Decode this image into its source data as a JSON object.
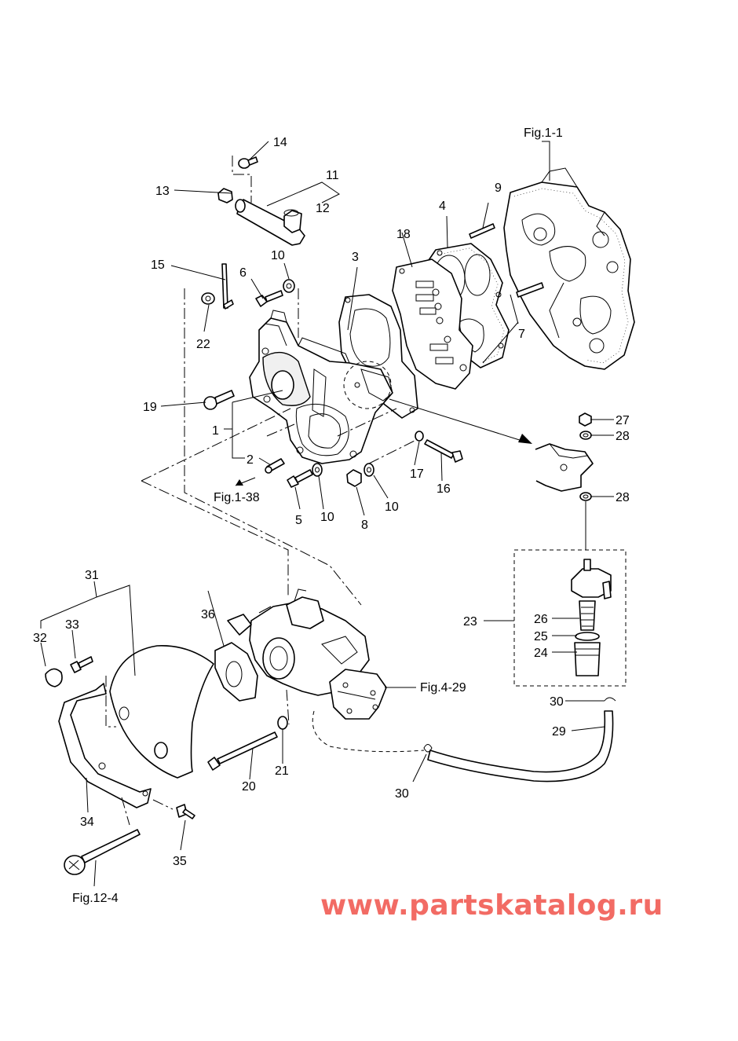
{
  "diagram": {
    "references": {
      "fig_1_1": "Fig.1-1",
      "fig_1_38": "Fig.1-38",
      "fig_4_29": "Fig.4-29",
      "fig_12_4": "Fig.12-4"
    },
    "callouts": {
      "p1": "1",
      "p2": "2",
      "p3": "3",
      "p4": "4",
      "p5": "5",
      "p6": "6",
      "p7": "7",
      "p8": "8",
      "p9": "9",
      "p10a": "10",
      "p10b": "10",
      "p10c": "10",
      "p11": "11",
      "p12": "12",
      "p13": "13",
      "p14": "14",
      "p15": "15",
      "p16": "16",
      "p17": "17",
      "p18": "18",
      "p19": "19",
      "p20": "20",
      "p21": "21",
      "p22": "22",
      "p23": "23",
      "p24": "24",
      "p25": "25",
      "p26": "26",
      "p27": "27",
      "p28a": "28",
      "p28b": "28",
      "p29": "29",
      "p30a": "30",
      "p30b": "30",
      "p31": "31",
      "p32": "32",
      "p33": "33",
      "p34": "34",
      "p35": "35",
      "p36": "36"
    }
  },
  "watermark": {
    "text": "www.partskatalog.ru",
    "color": "#f26b64"
  }
}
